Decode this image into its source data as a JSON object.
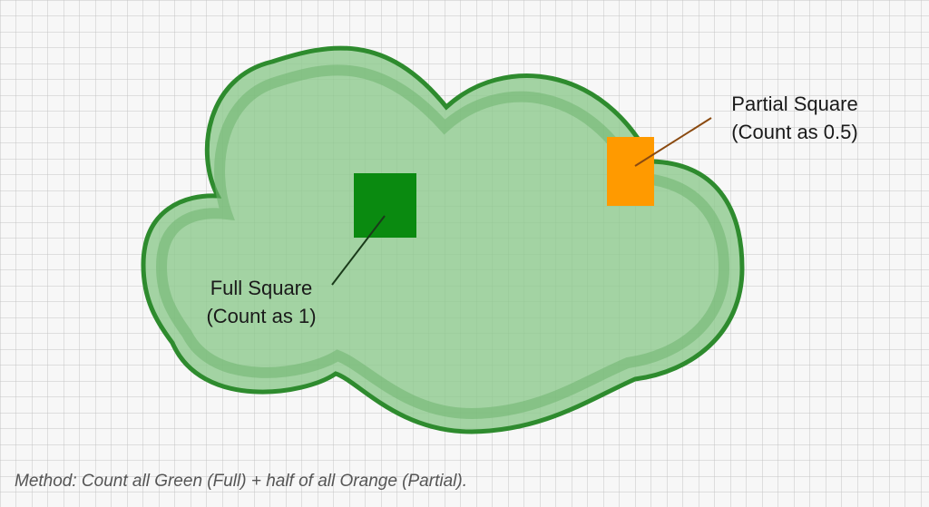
{
  "colors": {
    "background": "#f7f7f7",
    "grid": "#c4c4c4",
    "shape_fill": "#8cc98c",
    "shape_edge": "#6fb46f",
    "shape_border": "#2e8b2e",
    "full_square": "#0a8a10",
    "partial_square": "#ff9a00",
    "full_leader": "#1a3a1a",
    "partial_leader": "#8a4a10"
  },
  "labels": {
    "full": {
      "line1": "Full Square",
      "line2": "(Count as 1)"
    },
    "partial": {
      "line1": "Partial Square",
      "line2": "(Count as 0.5)"
    }
  },
  "caption": "Method: Count all Green (Full) + half of all Orange (Partial)."
}
